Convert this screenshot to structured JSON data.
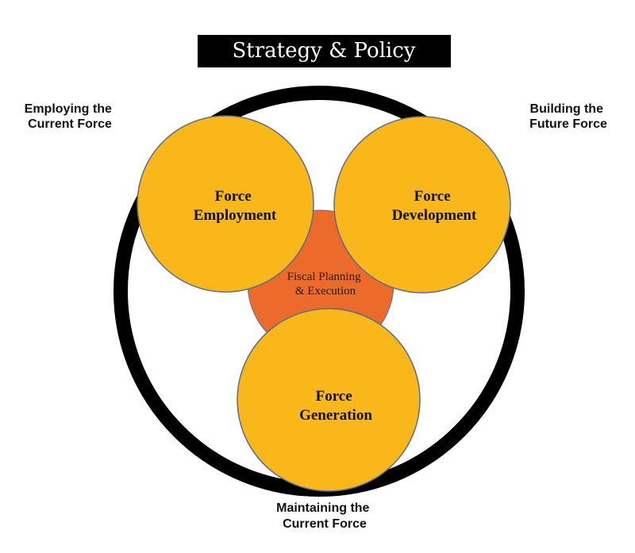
{
  "title": "Strategy & Policy",
  "colors": {
    "title_background": "#000000",
    "title_text": "#ffffff",
    "outer_ring": "#000000",
    "force_circle_fill": "#F9B71A",
    "force_circle_stroke": "#5b6d8c",
    "center_circle_fill": "#EC6B2A"
  },
  "outer_labels": {
    "employing": [
      "Employing the",
      "Current Force"
    ],
    "building": [
      "Building the",
      "Future Force"
    ],
    "maintaining": [
      "Maintaining the",
      "Current Force"
    ]
  },
  "circles": {
    "employment": [
      "Force",
      "Employment"
    ],
    "development": [
      "Force",
      "Development"
    ],
    "generation": [
      "Force",
      "Generation"
    ],
    "center": [
      "Fiscal Planning",
      "& Execution"
    ]
  }
}
